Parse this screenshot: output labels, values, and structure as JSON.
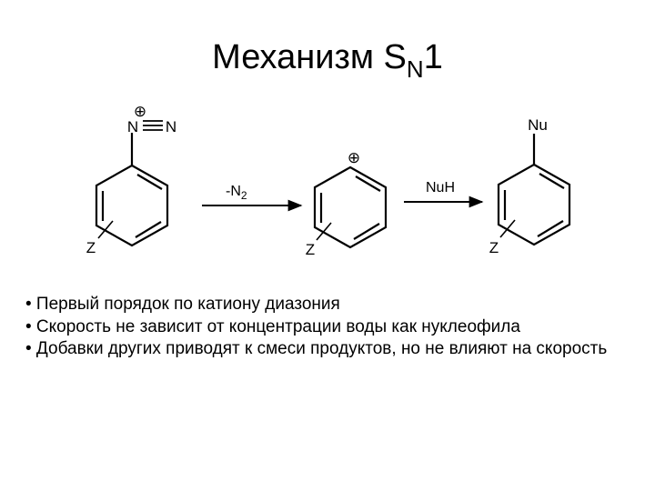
{
  "title": {
    "main": "Механизм S",
    "subscript": "N",
    "suffix": "1"
  },
  "scheme": {
    "diazonium": {
      "n1": "N",
      "n2": "N",
      "charge": "⊕",
      "substituent": "Z"
    },
    "arrow1": {
      "label_prefix": "-N",
      "label_subscript": "2"
    },
    "cation": {
      "charge": "⊕",
      "substituent": "Z"
    },
    "arrow2": {
      "label": "NuH"
    },
    "product": {
      "group": "Nu",
      "substituent": "Z"
    }
  },
  "bullets": [
    "• Первый порядок по катиону диазония",
    "• Скорость не зависит от концентрации воды как нуклеофила",
    "• Добавки других приводят к смеси продуктов, но не влияют на скорость"
  ]
}
